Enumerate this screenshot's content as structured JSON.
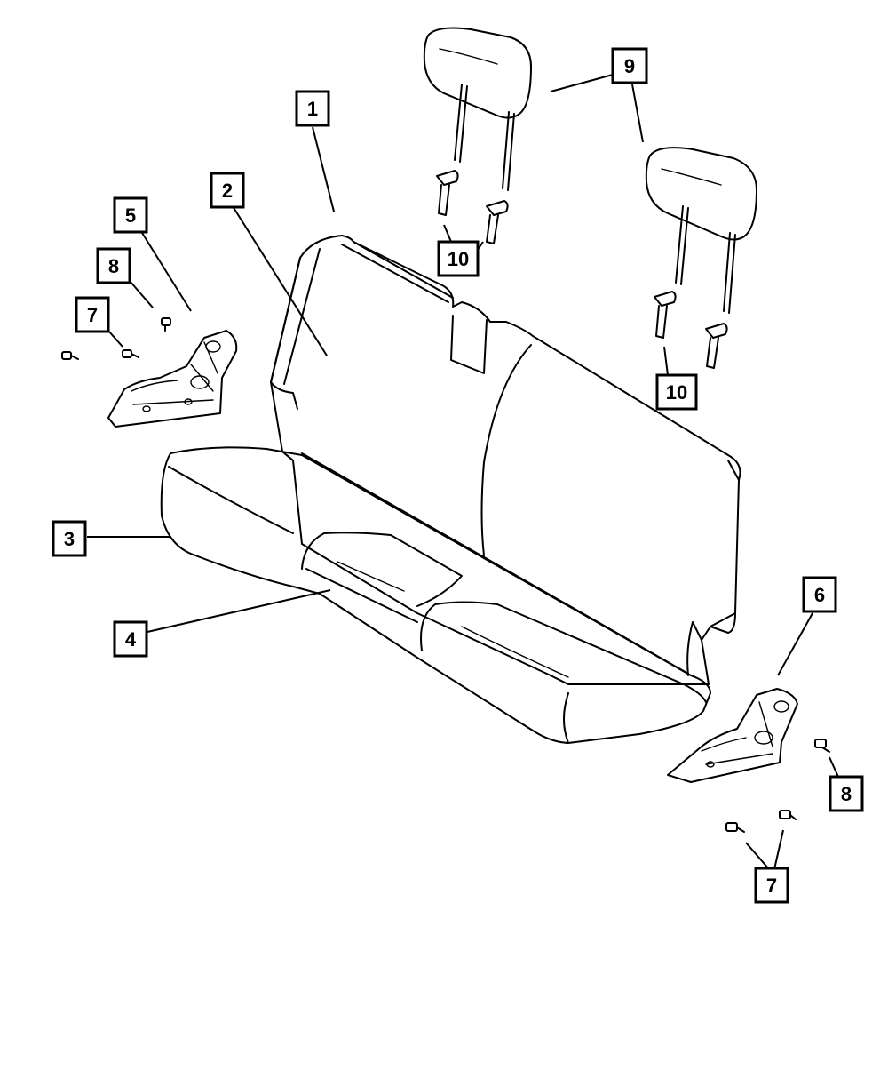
{
  "diagram": {
    "callouts": [
      {
        "id": "c1",
        "label": "1"
      },
      {
        "id": "c2",
        "label": "2"
      },
      {
        "id": "c3",
        "label": "3"
      },
      {
        "id": "c4",
        "label": "4"
      },
      {
        "id": "c5",
        "label": "5"
      },
      {
        "id": "c6",
        "label": "6"
      },
      {
        "id": "c7a",
        "label": "7"
      },
      {
        "id": "c7b",
        "label": "7"
      },
      {
        "id": "c8a",
        "label": "8"
      },
      {
        "id": "c8b",
        "label": "8"
      },
      {
        "id": "c9",
        "label": "9"
      },
      {
        "id": "c10a",
        "label": "10"
      },
      {
        "id": "c10b",
        "label": "10"
      }
    ]
  }
}
